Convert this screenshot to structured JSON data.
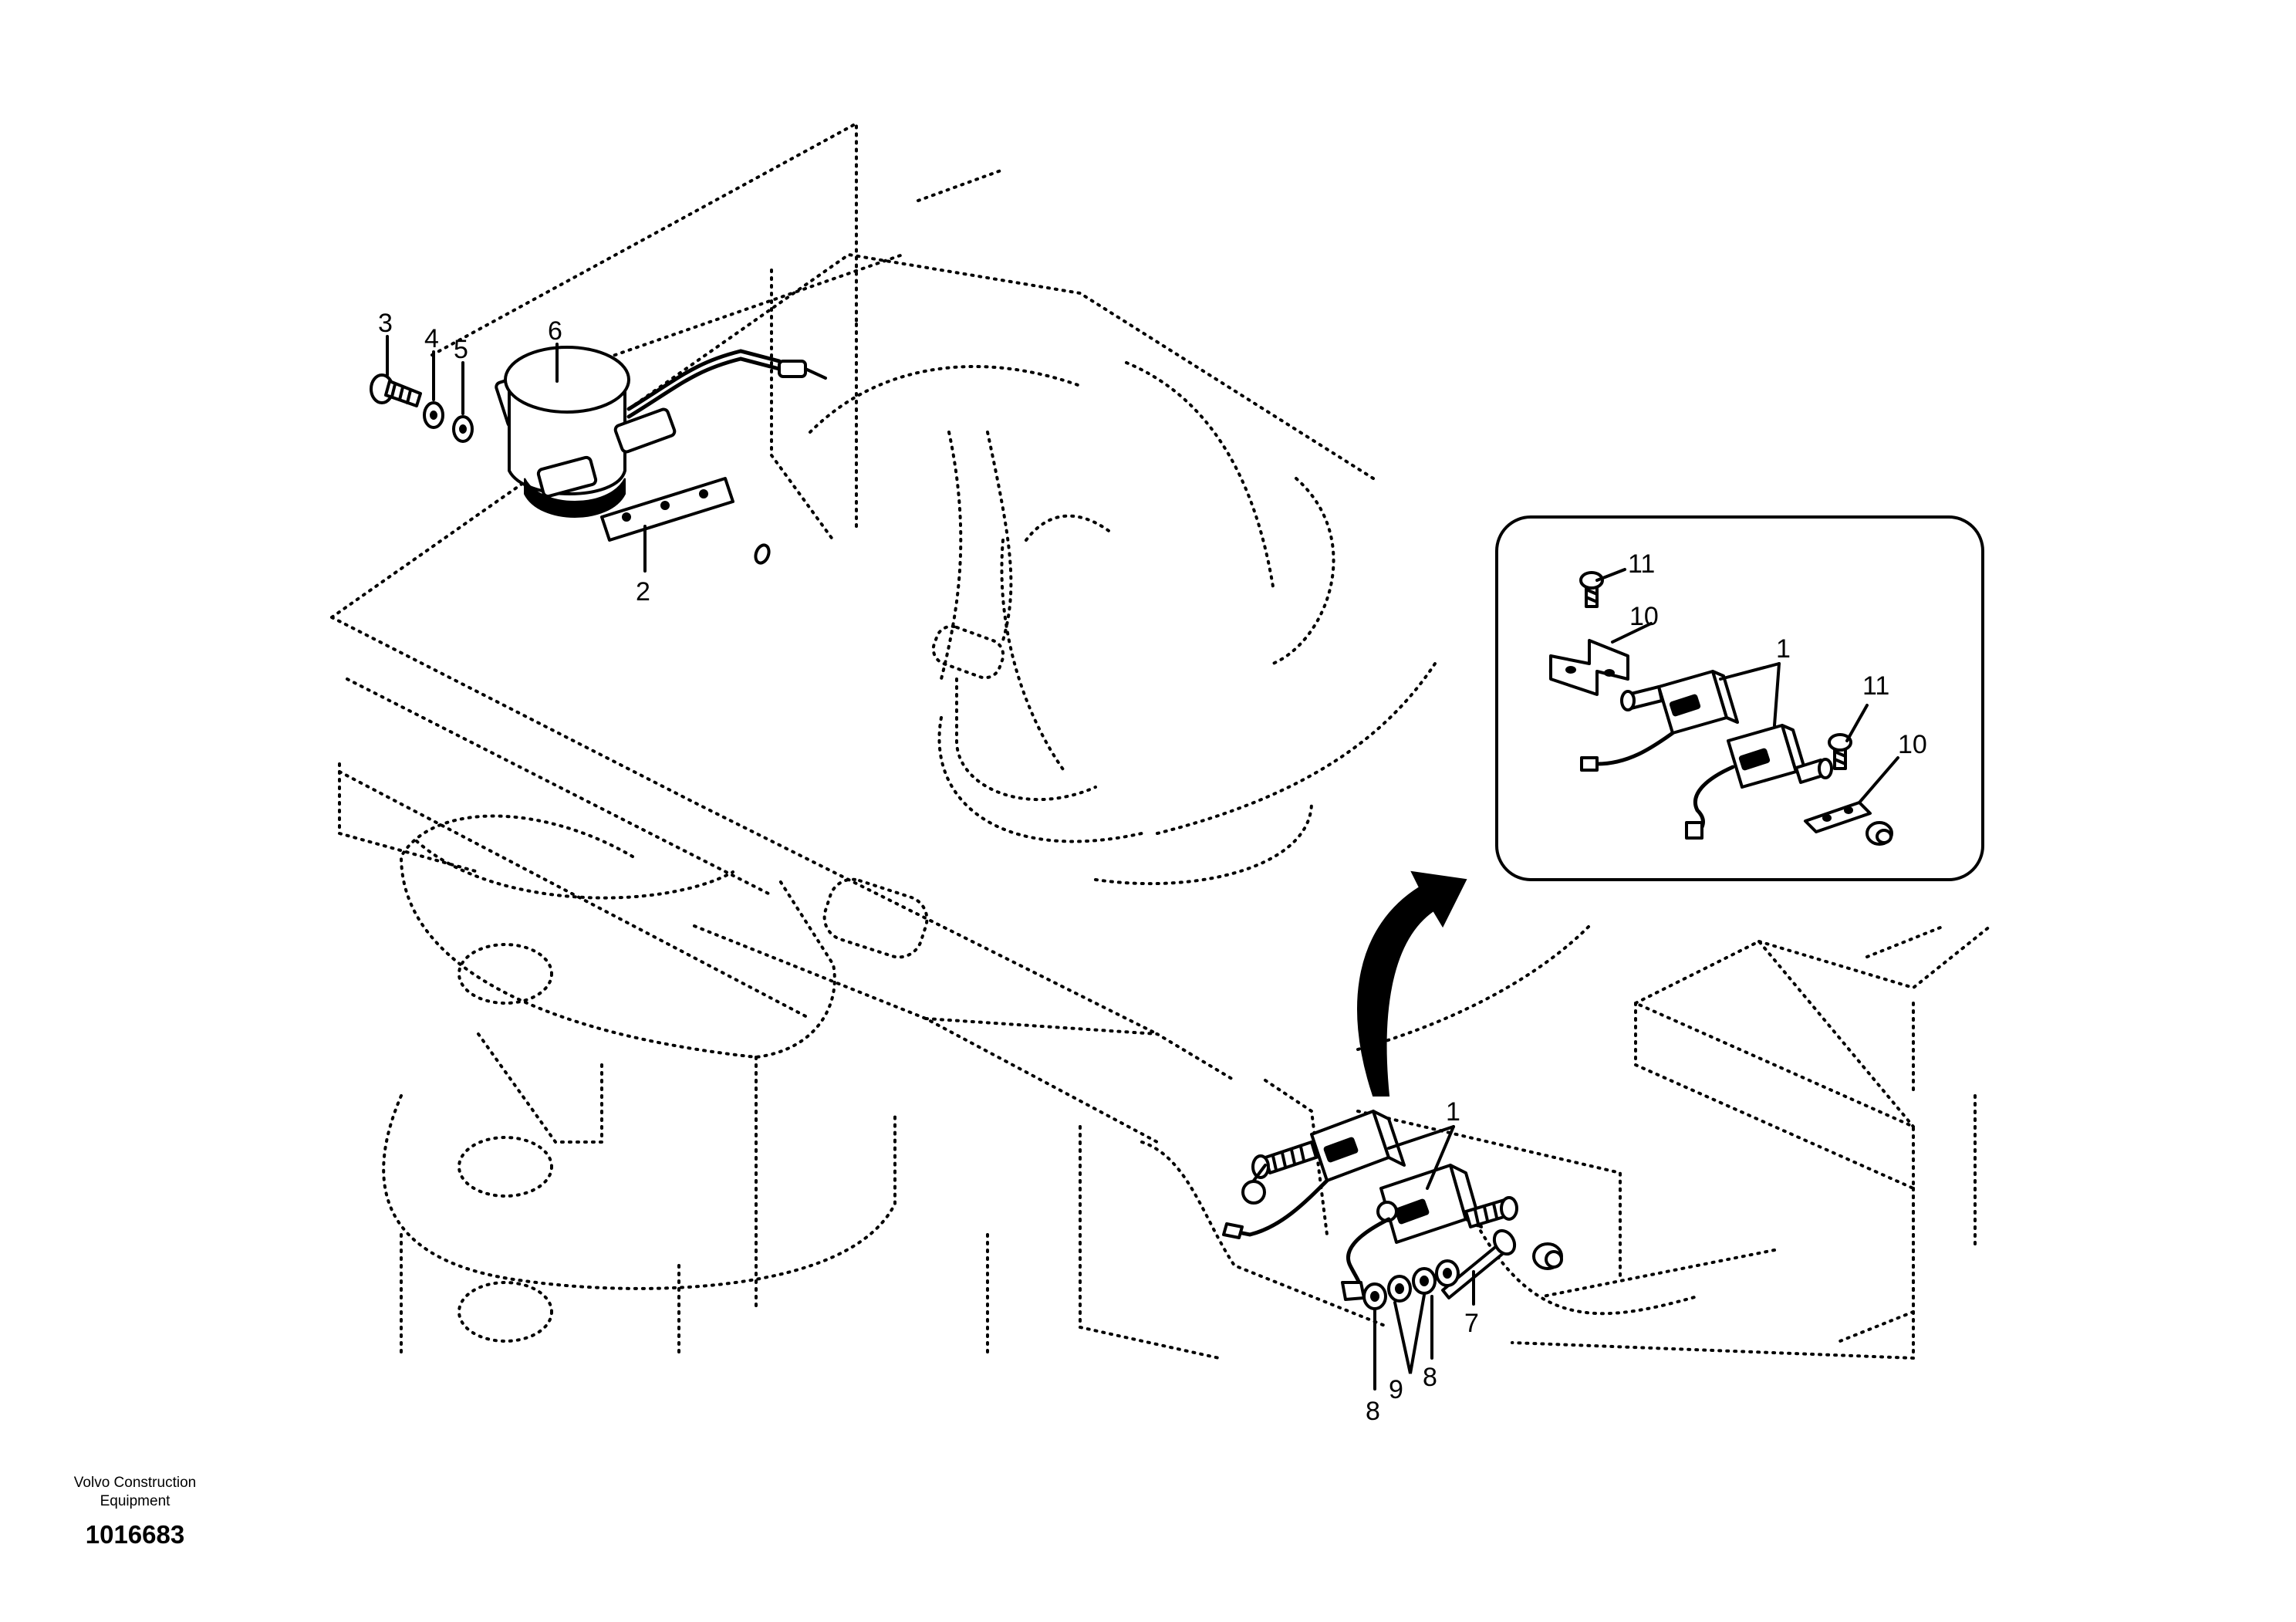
{
  "callouts": {
    "c1_main": "1",
    "c1_inset": "1",
    "c2": "2",
    "c3": "3",
    "c4": "4",
    "c5": "5",
    "c6": "6",
    "c7": "7",
    "c8_left": "8",
    "c8_right": "8",
    "c9": "9",
    "c10_top": "10",
    "c10_bottom": "10",
    "c11_top": "11",
    "c11_bottom": "11"
  },
  "footer": {
    "maker_line1": "Volvo Construction",
    "maker_line2": "Equipment",
    "document_number": "1016683"
  }
}
